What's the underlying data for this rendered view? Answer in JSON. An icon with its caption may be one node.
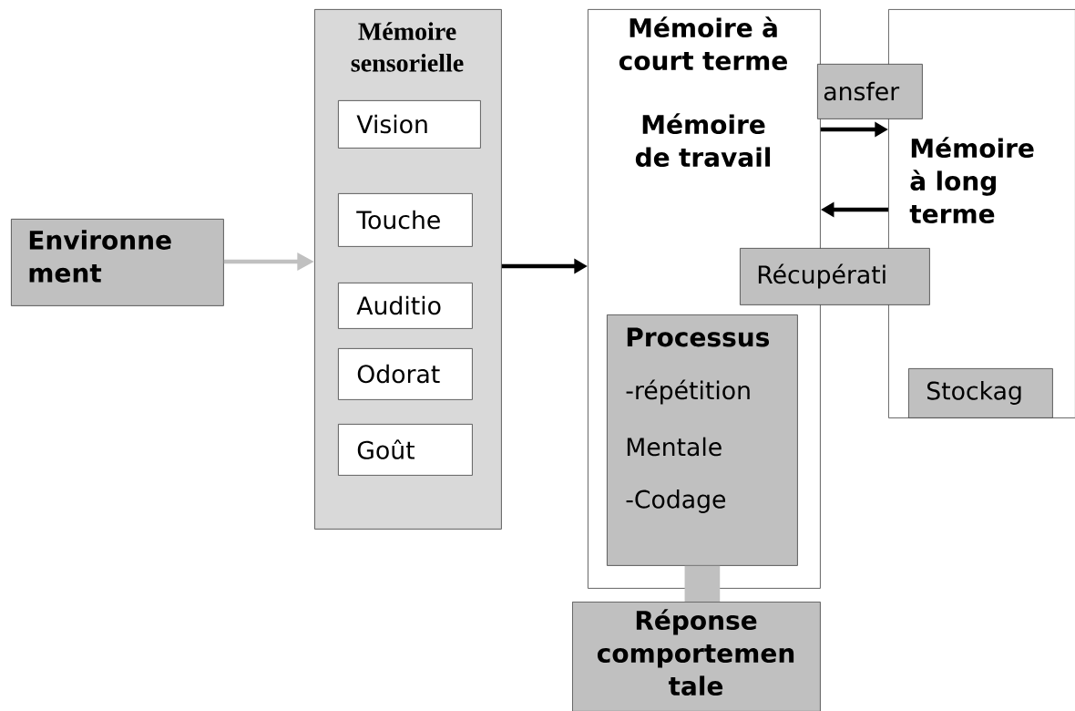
{
  "diagram": {
    "nodes": [
      {
        "text": [
          "Environne ment"
        ]
      },
      {
        "text": [
          "Mémoire sensorielle"
        ]
      },
      {
        "text": [
          "Vision"
        ],
        "in": 1
      },
      {
        "text": [
          "Touche"
        ],
        "in": 1
      },
      {
        "text": [
          "Auditio"
        ],
        "in": 1
      },
      {
        "text": [
          "Odorat"
        ],
        "in": 1
      },
      {
        "text": [
          "Goût"
        ],
        "in": 1
      },
      {
        "text": [
          "Mémoire à court terme",
          "Mémoire de travail"
        ]
      },
      {
        "text": [
          "Processus",
          "-répétition",
          "Mentale",
          "-Codage"
        ],
        "in": 7
      },
      {
        "text": [
          "Mémoire à long terme"
        ]
      },
      {
        "text": [
          "ansfer"
        ]
      },
      {
        "text": [
          "Récupérati"
        ]
      },
      {
        "text": [
          "Stockag"
        ],
        "in": 9
      },
      {
        "text": [
          "Réponse comportemen tale"
        ]
      }
    ],
    "edges": [
      {
        "from": 0,
        "to": 1,
        "arrow": "to",
        "color": "#c0c0c0"
      },
      {
        "from": 1,
        "to": 7,
        "arrow": "to"
      },
      {
        "from": 7,
        "to": 9,
        "arrow": "to"
      },
      {
        "from": 9,
        "to": 7,
        "arrow": "to"
      },
      {
        "from": 8,
        "to": 13,
        "arrow": "none",
        "style": "thick",
        "color": "#c0c0c0"
      }
    ]
  }
}
